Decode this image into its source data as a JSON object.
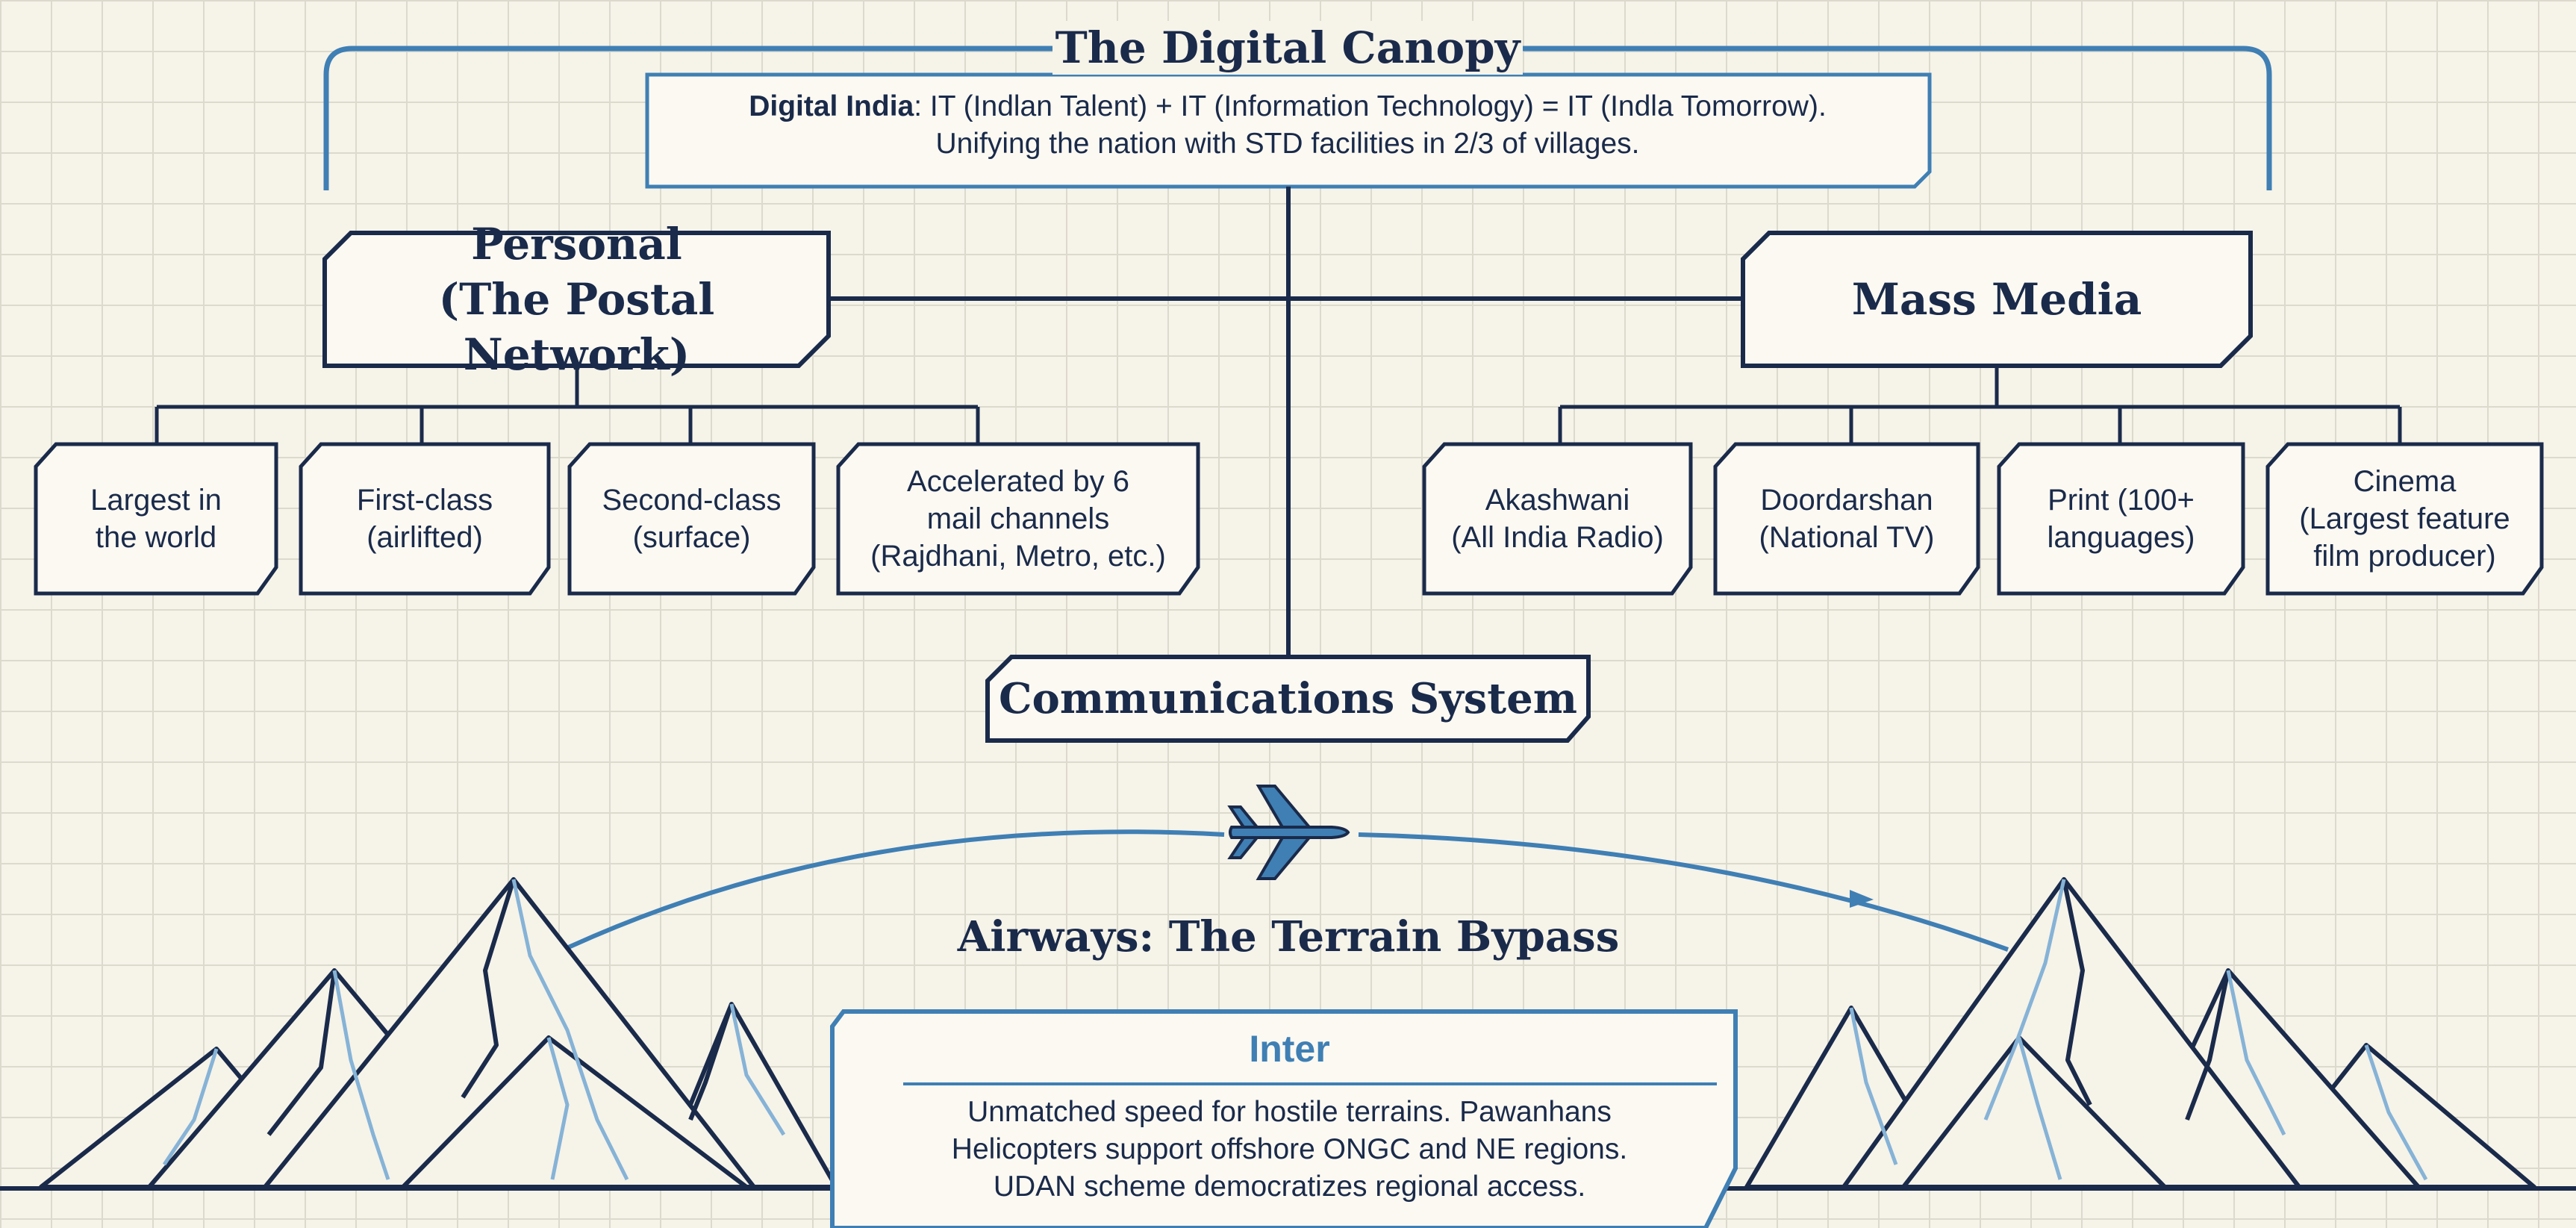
{
  "canopy": {
    "title": "The Digital Canopy",
    "bold_lead": "Digital India",
    "line1_rest": ": IT (Indlan Talent) + IT (Information Technology) = IT (Indla Tomorrow).",
    "line2": "Unifying the nation with STD facilities in 2/3 of villages."
  },
  "personal": {
    "title": "Personal\n(The Postal Network)",
    "items": [
      "Largest in\nthe world",
      "First-class\n(airlifted)",
      "Second-class\n(surface)",
      "Accelerated by 6\nmail channels\n(Rajdhani, Metro, etc.)"
    ]
  },
  "mass_media": {
    "title": "Mass Media",
    "items": [
      "Akashwani\n(All India Radio)",
      "Doordarshan\n(National TV)",
      "Print (100+\nlanguages)",
      "Cinema\n(Largest feature\nfilm producer)"
    ]
  },
  "communications": {
    "title": "Communications System"
  },
  "airways": {
    "title": "Airways: The Terrain Bypass",
    "panel_title": "Inter",
    "panel_lines": [
      "Unmatched speed for hostile terrains. Pawanhans",
      "Helicopters support offshore ONGC and NE regions.",
      "UDAN scheme democratizes regional access."
    ]
  },
  "icons": {
    "plane": "airplane-icon",
    "mountains": "mountain-range-icon"
  },
  "colors": {
    "navy": "#1a2a4a",
    "accent_blue": "#3f7fb4",
    "light_blue": "#86b3d6",
    "paper": "#f6f3e9",
    "grid": "#dcd9cd"
  }
}
